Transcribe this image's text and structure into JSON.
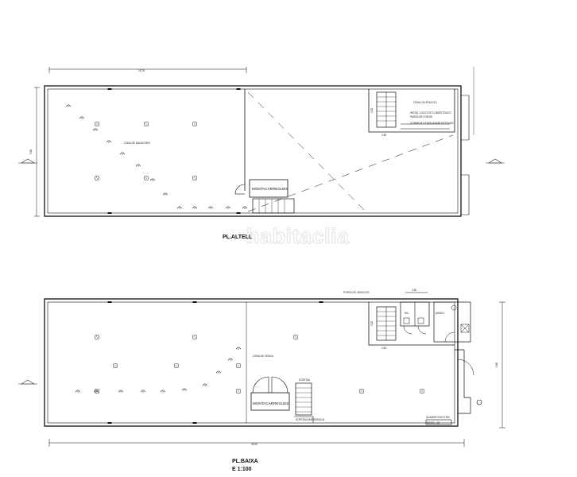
{
  "upper_floor": {
    "title": "PL.ALTELL",
    "dim_top": "15,76",
    "dim_left": "5,80",
    "dim_stair_w": "2,50",
    "dim_stair_h": "3,20",
    "lift_label": "MONTACARREGUES",
    "area_label": "ZONA DE MAGATZEM",
    "note_lines": [
      "ZONA CALEFACCIO",
      "INSTAL·LACIO DE CLIMATITZACIO",
      "PASSA DE FORJAT",
      "CONNEXIO D'AIGUA AMB DESGUAS"
    ]
  },
  "ground_floor": {
    "title": "PL.BAIXA",
    "scale": "E 1:100",
    "dim_bottom": "30,00",
    "dim_right": "5,80",
    "dim_top_small": "2,50",
    "dim_stair_w": "2,50",
    "dim_stair_h": "3,20",
    "lift_label": "MONTACARREGUES",
    "area_label": "ZONA DE VENDA",
    "note_label": "SORTIDA EMERGENCIA",
    "stair_label": "SORTIDA",
    "wc_label": "WC",
    "wc2_label": "ASSEO",
    "counter_label": "QUADRE ELECTRIC",
    "door_label": "PORTA DE VEHICLES",
    "code_label": "BOOO - 18"
  },
  "watermark": "habitaclia",
  "colors": {
    "line": "#111111",
    "watermark": "#e4e4e4"
  }
}
